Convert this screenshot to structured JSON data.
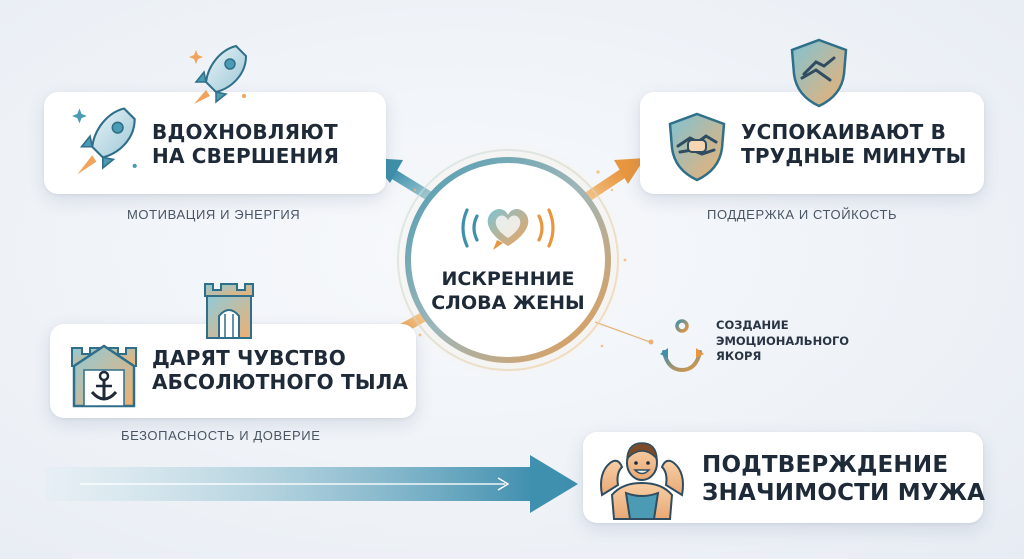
{
  "center": {
    "line1": "ИСКРЕННИЕ",
    "line2": "СЛОВА ЖЕНЫ"
  },
  "cards": {
    "inspire": {
      "line1": "ВДОХНОВЛЯЮТ",
      "line2": "НА СВЕРШЕНИЯ",
      "caption": "МОТИВАЦИЯ И ЭНЕРГИЯ"
    },
    "calm": {
      "line1": "УСПОКАИВАЮТ В",
      "line2": "ТРУДНЫЕ МИНУТЫ",
      "caption": "ПОДДЕРЖКА И СТОЙКОСТЬ"
    },
    "rear": {
      "line1": "ДАРЯТ ЧУВСТВО",
      "line2": "АБСОЛЮТНОГО ТЫЛА",
      "caption": "БЕЗОПАСНОСТЬ И ДОВЕРИЕ"
    },
    "significance": {
      "line1": "ПОДТВЕРЖДЕНИЕ",
      "line2": "ЗНАЧИМОСТИ МУЖА"
    }
  },
  "anchor_note": {
    "line1": "СОЗДАНИЕ",
    "line2": "ЭМОЦИОНАЛЬНОГО",
    "line3": "ЯКОРЯ"
  },
  "colors": {
    "teal": "#4a9bb3",
    "orange": "#e89a4a",
    "text": "#1e2a38"
  },
  "icons": [
    "rocket-icon",
    "handshake-shield-icon",
    "castle-anchor-icon",
    "heart-speech-icon",
    "anchor-icon",
    "strong-man-icon"
  ]
}
